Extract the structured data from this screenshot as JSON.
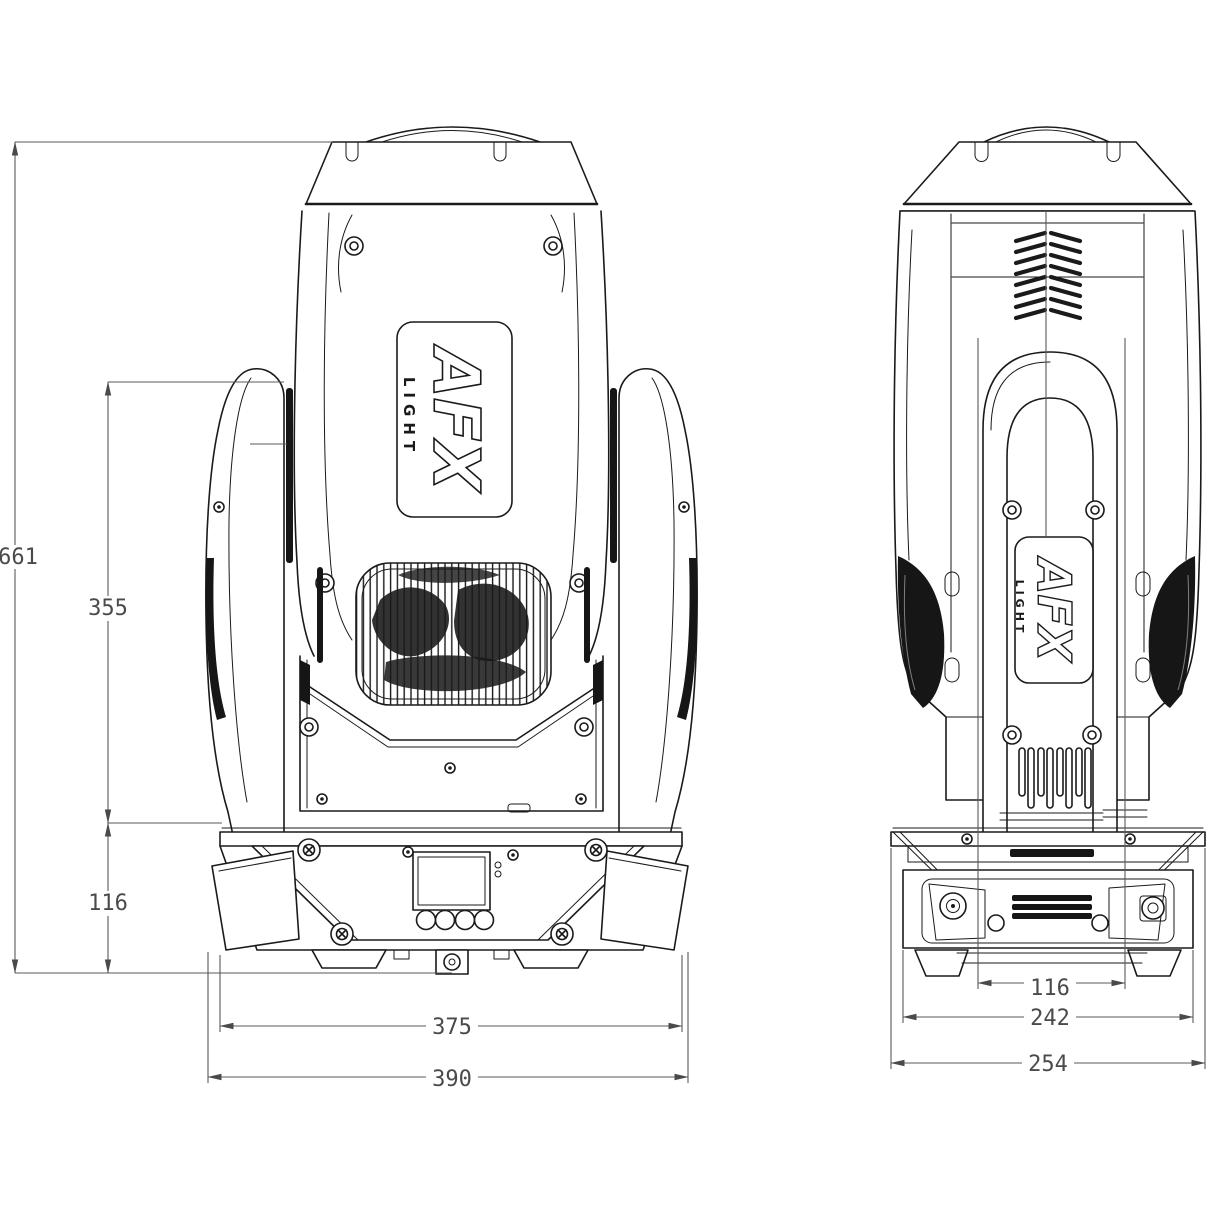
{
  "colors": {
    "background": "#ffffff",
    "line": "#1a1a1a",
    "dimension": "#4a4a4a"
  },
  "logo": {
    "brand": "AFX",
    "subtext": "LIGHT"
  },
  "dimensions": {
    "front": {
      "overall_height": "661",
      "upper_section_height": "355",
      "base_height": "116",
      "body_width": "375",
      "overall_width": "390"
    },
    "side": {
      "foot_spacing": "116",
      "base_depth": "242",
      "overall_depth": "254"
    }
  }
}
